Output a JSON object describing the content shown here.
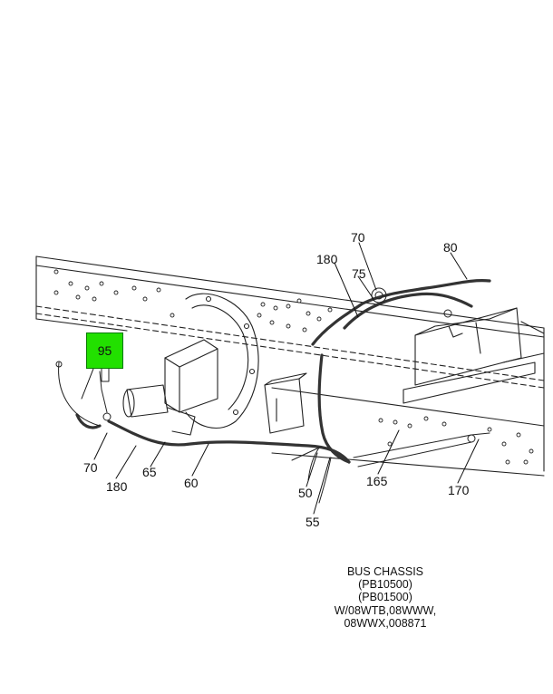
{
  "diagram": {
    "highlight_color": "#22e000",
    "highlighted_callout": "95",
    "callouts": {
      "c70_top": "70",
      "c80": "80",
      "c180_top": "180",
      "c75": "75",
      "c95": "95",
      "c70_left": "70",
      "c180_left": "180",
      "c65": "65",
      "c60": "60",
      "c50": "50",
      "c55": "55",
      "c165": "165",
      "c170": "170"
    },
    "caption": {
      "line1": "BUS CHASSIS",
      "line2": "(PB10500)",
      "line3": "(PB01500)",
      "line4": "W/08WTB,08WWW,",
      "line5": "08WWX,008871"
    }
  }
}
